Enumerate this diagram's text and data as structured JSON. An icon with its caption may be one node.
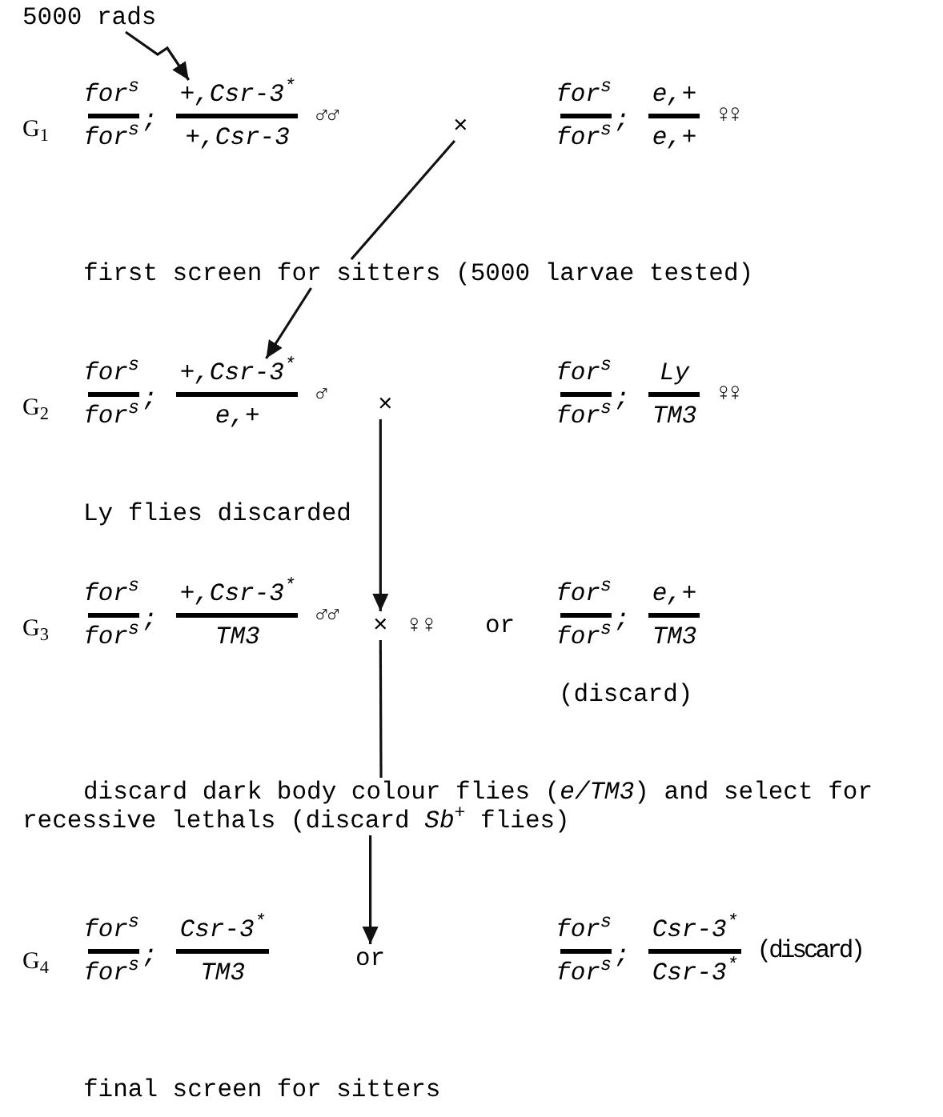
{
  "diagram": {
    "nodes": [
      {
        "text": [
          "5000 rads"
        ]
      },
      {
        "text": [
          "for$^{s}$",
          "for$^{s}$",
          ";",
          "+,Csr-3$^{*}$",
          "+,Csr-3"
        ],
        "beside": [
          "♂♂"
        ]
      },
      {
        "text": [
          "×"
        ]
      },
      {
        "text": [
          "for$^{s}$",
          "for$^{s}$",
          ";",
          "e,+",
          "e,+"
        ],
        "beside": [
          "♀♀"
        ]
      },
      {
        "text": [
          "first screen for sitters (5000 larvae tested)"
        ]
      },
      {
        "text": [
          "for$^{s}$",
          "for$^{s}$",
          ";",
          "+,Csr-3$^{*}$",
          "e,+"
        ],
        "beside": [
          "♂"
        ]
      },
      {
        "text": [
          "×"
        ]
      },
      {
        "text": [
          "for$^{s}$",
          "for$^{s}$",
          ";",
          "Ly",
          "TM3"
        ],
        "beside": [
          "♀♀"
        ]
      },
      {
        "text": [
          "for$^{s}$",
          "for$^{s}$",
          ";",
          "+,Csr-3$^{*}$",
          "TM3"
        ],
        "beside": [
          "♂♂"
        ]
      },
      {
        "text": [
          "×"
        ]
      },
      {
        "text": [
          "for$^{s}$",
          "for$^{s}$",
          ";",
          "e,+",
          "TM3"
        ],
        "beside": [
          "(discard)"
        ]
      },
      {
        "text": [
          "discard dark body colour flies (*e/TM3*) and select for recessive lethals (discard *Sb*$^{+}$ flies)"
        ]
      },
      {
        "text": [
          "for$^{s}$",
          "for$^{s}$",
          ";",
          "Csr-3$^{*}$",
          "TM3"
        ]
      },
      {
        "text": [
          "or"
        ]
      },
      {
        "text": [
          "for$^{s}$",
          "for$^{s}$",
          ";",
          "Csr-3$^{*}$",
          "Csr-3$^{*}$"
        ],
        "beside": [
          "(discard)"
        ]
      }
    ],
    "edges": [
      {
        "from": 0,
        "to": 1,
        "arrow": "to"
      },
      {
        "from": 2,
        "to": 4,
        "arrow": "none"
      },
      {
        "from": 4,
        "to": 5,
        "arrow": "to"
      },
      {
        "from": 6,
        "to": 9,
        "arrow": "to"
      },
      {
        "from": 9,
        "to": 11,
        "arrow": "none"
      },
      {
        "from": 11,
        "to": 13,
        "arrow": "to"
      }
    ],
    "labels": [
      "G$_{1}$",
      "G$_{2}$",
      "Ly flies discarded",
      "G$_{3}$",
      "♀♀",
      "or",
      "G$_{4}$",
      "final screen for sitters"
    ]
  }
}
